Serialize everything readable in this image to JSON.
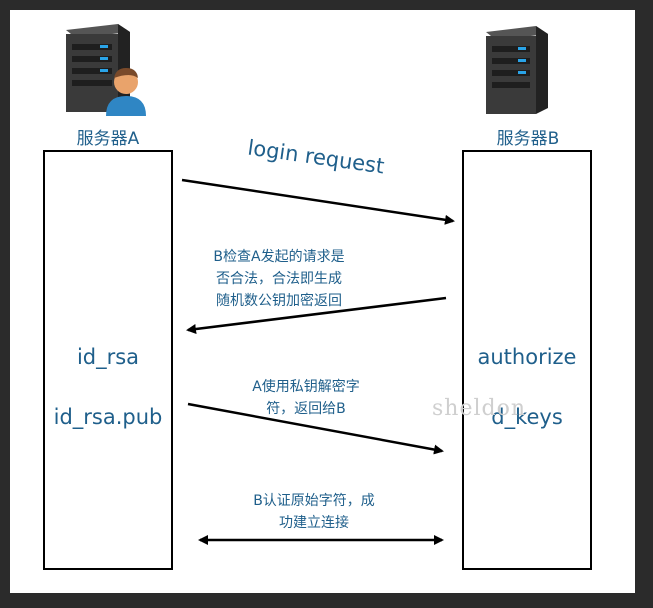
{
  "server_a": {
    "label": "服务器A",
    "icon": "server-with-user-icon"
  },
  "server_b": {
    "label": "服务器B",
    "icon": "server-icon"
  },
  "box_a": {
    "line1": "id_rsa",
    "line2": "id_rsa.pub"
  },
  "box_b": {
    "line1": "authorize",
    "line2": "d_keys"
  },
  "steps": {
    "login": "login request",
    "check": "B检查A发起的请求是\n否合法，合法即生成\n随机数公钥加密返回",
    "decrypt": "A使用私钥解密字\n符，返回给B",
    "verify": "B认证原始字符，成\n功建立连接"
  },
  "watermark": "sheldon",
  "colors": {
    "text": "#1f5f8b",
    "server_body": "#3a3a3a",
    "server_led": "#2aa4e8",
    "user": "#e9a36b"
  }
}
